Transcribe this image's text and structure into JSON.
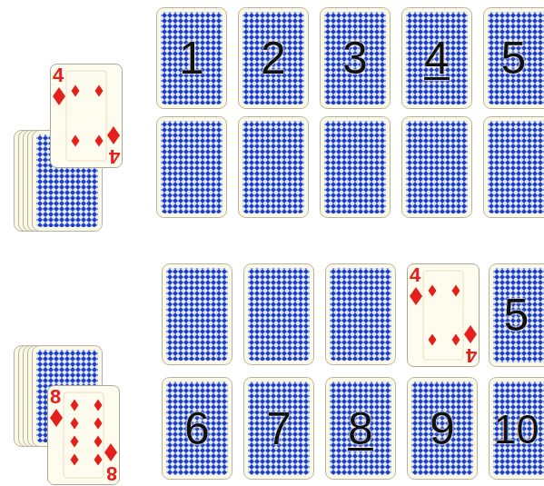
{
  "diagram": {
    "nodes": [
      {
        "text": [
          "1"
        ]
      },
      {
        "text": [
          "2"
        ]
      },
      {
        "text": [
          "3"
        ]
      },
      {
        "text": [
          "4"
        ]
      },
      {
        "text": [
          "5"
        ]
      },
      {
        "text": [
          "4",
          "4"
        ]
      },
      {
        "text": [
          "4",
          "4"
        ]
      },
      {
        "text": [
          "5"
        ]
      },
      {
        "text": [
          "6"
        ]
      },
      {
        "text": [
          "7"
        ]
      },
      {
        "text": [
          "8"
        ]
      },
      {
        "text": [
          "9"
        ]
      },
      {
        "text": [
          "10"
        ]
      },
      {
        "text": [
          "8",
          "8"
        ]
      }
    ]
  }
}
